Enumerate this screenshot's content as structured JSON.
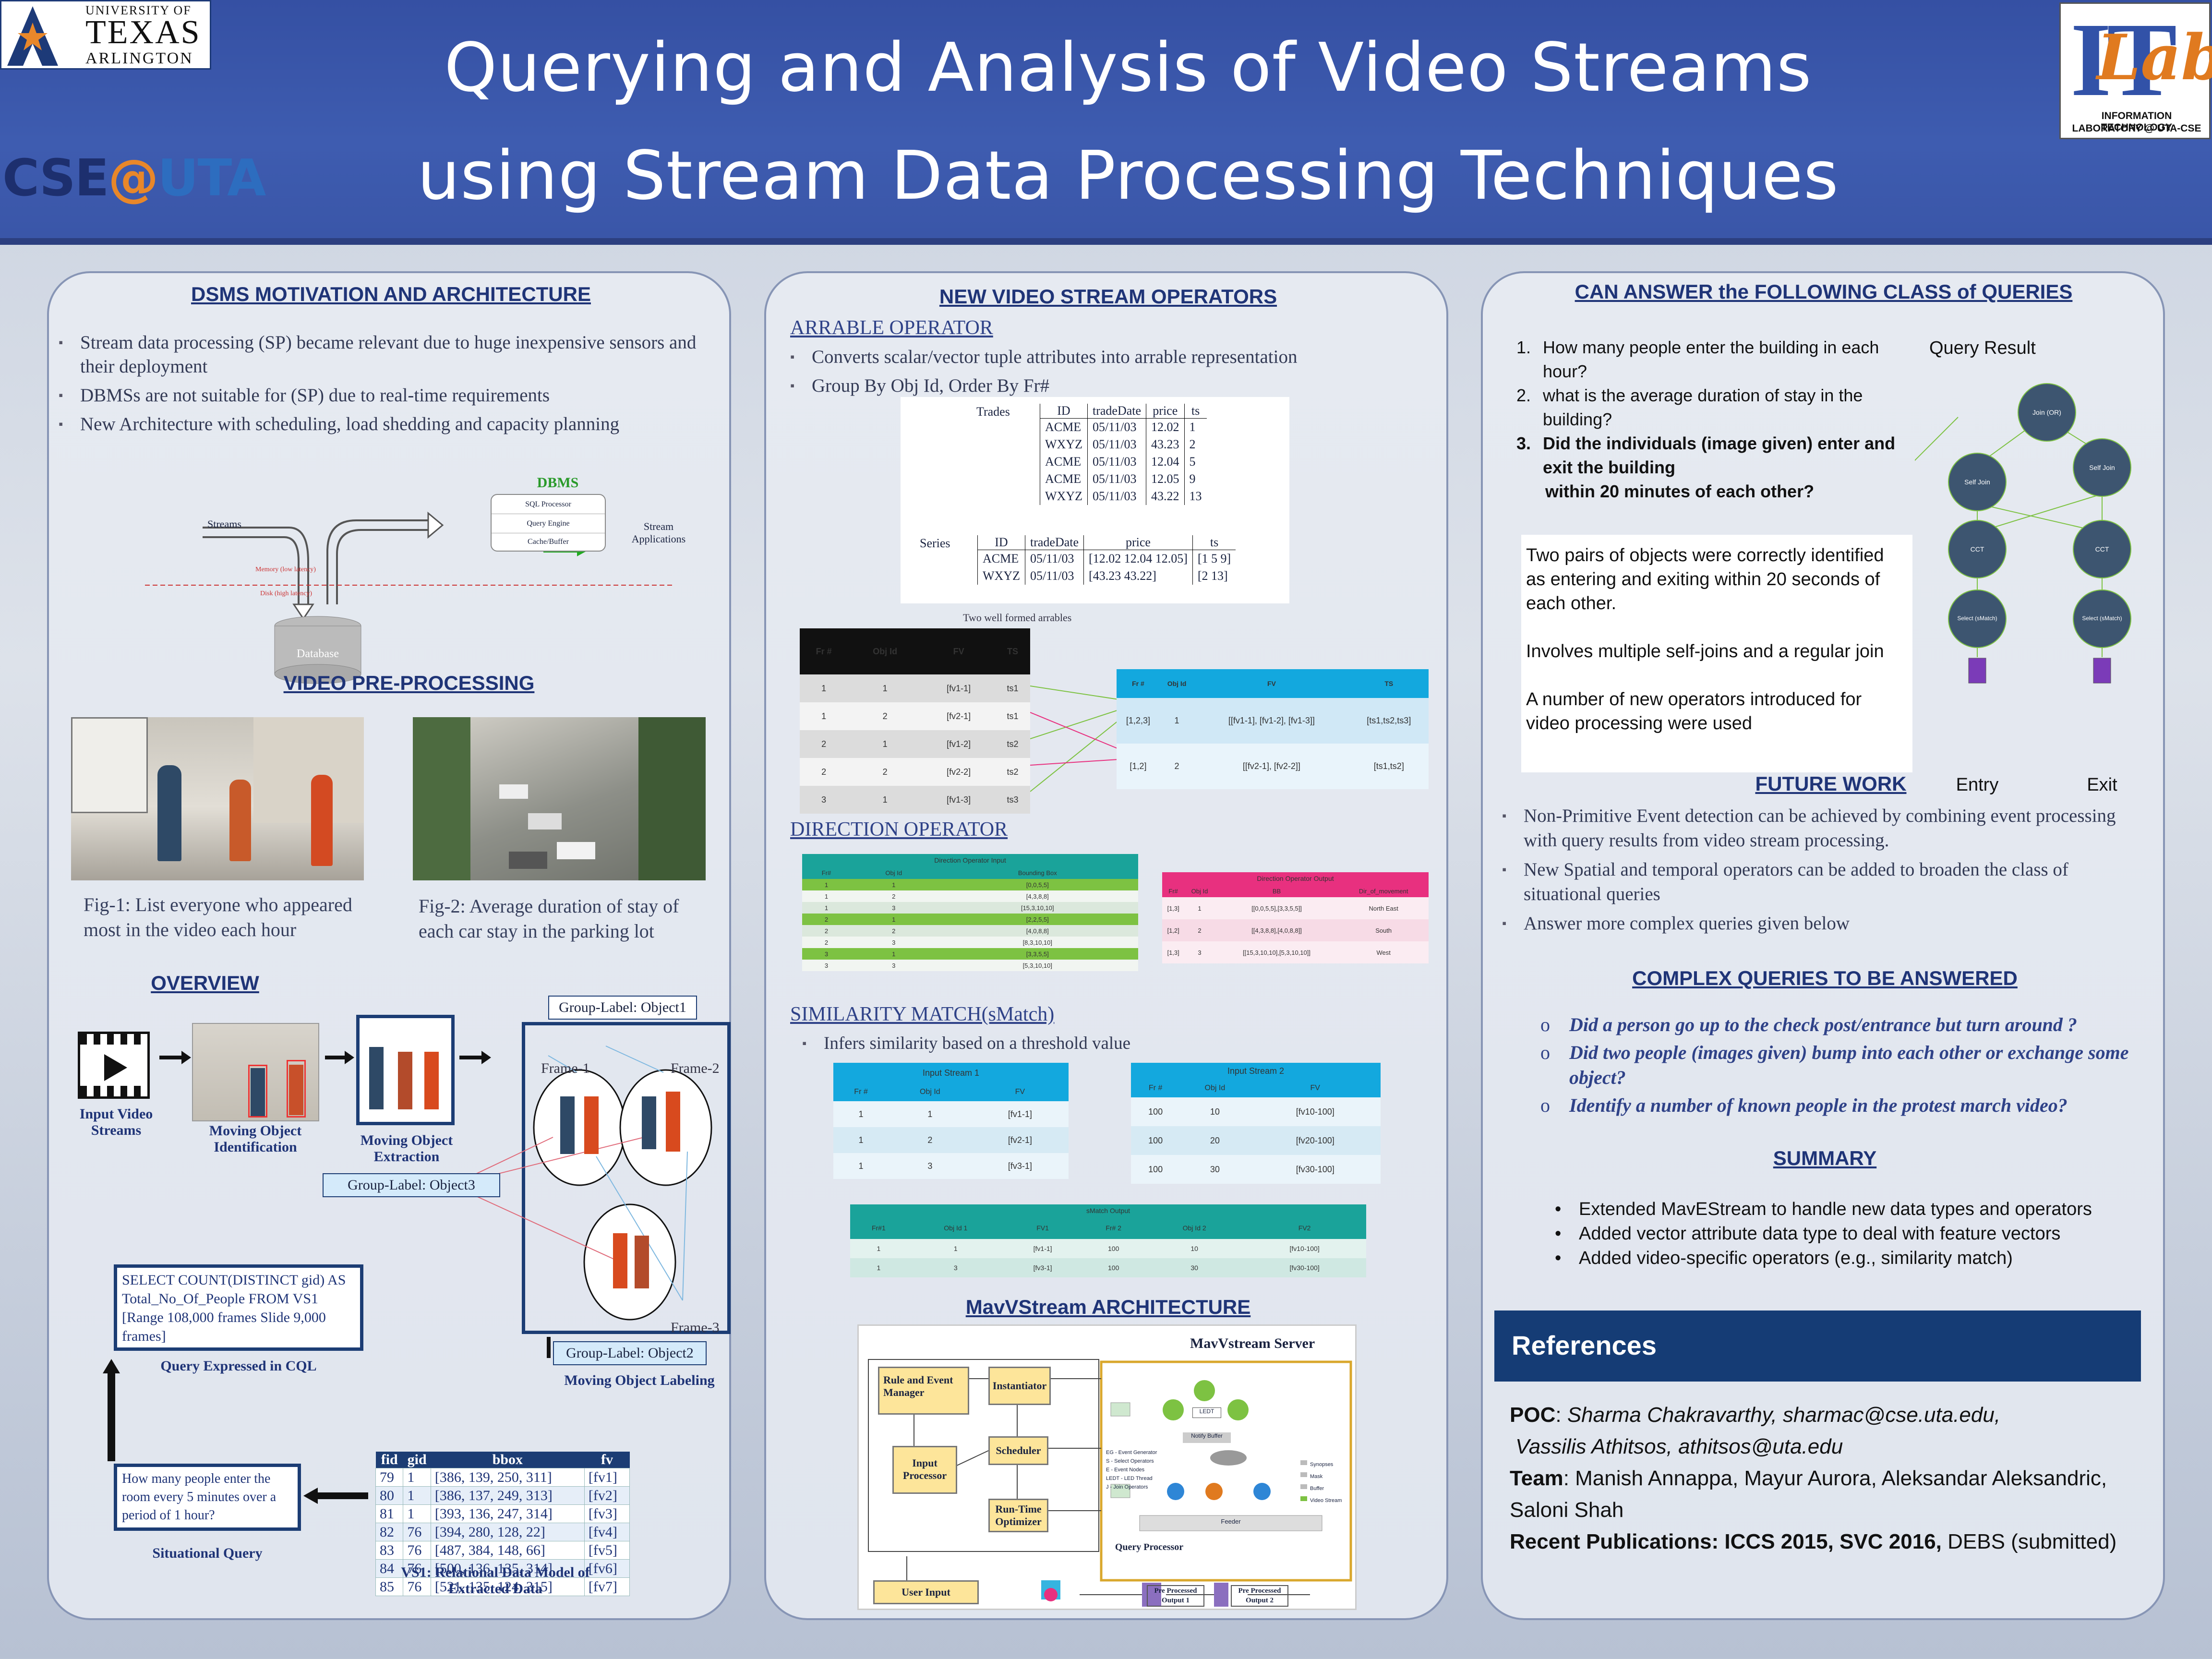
{
  "header": {
    "title_line1": "Querying and Analysis of Video Streams",
    "title_line2": "using Stream Data Processing Techniques",
    "uta_l1": "UNIVERSITY OF",
    "uta_l2": "TEXAS",
    "uta_l3": "ARLINGTON",
    "cse": "CSE",
    "cse_at": "@",
    "cse_uta": "UTA",
    "itlab_it": "IT",
    "itlab_lab": "Lab",
    "itlab_t1": "INFORMATION TECHNOLOGY",
    "itlab_t2": "LABORATORY @ UTA-CSE"
  },
  "p1": {
    "sec1": "DSMS MOTIVATION AND ARCHITECTURE",
    "bullets": [
      "Stream  data processing (SP) became relevant due to huge inexpensive sensors and their deployment",
      "DBMSs are not suitable for  (SP) due to real-time requirements",
      "New Architecture with scheduling, load shedding and capacity planning"
    ],
    "dbms": {
      "title": "DBMS",
      "streams": "Streams",
      "sql": "SQL Processor",
      "query": "Query Engine",
      "cache": "Cache/Buffer",
      "apps": "Stream Applications",
      "memory": "Memory (low latency)",
      "disk": "Disk (high latency)",
      "database": "Database"
    },
    "sec2": "VIDEO PRE-PROCESSING",
    "fig1": "Fig-1: List everyone who appeared most in the video each hour",
    "fig2": "Fig-2: Average duration of stay of each car stay in the parking lot",
    "sec3": "OVERVIEW",
    "ov": {
      "input": "Input Video Streams",
      "ident": "Moving Object Identification",
      "extract": "Moving Object Extraction",
      "g1": "Group-Label:  Object1",
      "g3": "Group-Label:  Object3",
      "g2": "Group-Label:  Object2",
      "f1": "Frame-1",
      "f2": "Frame-2",
      "f3": "Frame-3",
      "labeling": "Moving Object Labeling",
      "cql": "SELECT COUNT(DISTINCT gid) AS Total_No_Of_People FROM VS1 [Range 108,000 frames Slide 9,000 frames]",
      "cql_cap": "Query Expressed in CQL",
      "sit": "How many people enter the room every 5 minutes over a period of 1 hour?",
      "sit_cap": "Situational Query",
      "vs_cap": "VS1: Relational Data Model of Extracted Data"
    },
    "vs_head": [
      "fid",
      "gid",
      "bbox",
      "fv"
    ],
    "vs_rows": [
      [
        "79",
        "1",
        "[386, 139, 250, 311]",
        "[fv1]"
      ],
      [
        "80",
        "1",
        "[386, 137, 249, 313]",
        "[fv2]"
      ],
      [
        "81",
        "1",
        "[393, 136, 247, 314]",
        "[fv3]"
      ],
      [
        "82",
        "76",
        "[394, 280, 128, 22]",
        "[fv4]"
      ],
      [
        "83",
        "76",
        "[487, 384, 148, 66]",
        "[fv5]"
      ],
      [
        "84",
        "76",
        "[500, 136, 135, 314]",
        "[fv6]"
      ],
      [
        "85",
        "76",
        "[521, 135, 124, 315]",
        "[fv7]"
      ]
    ]
  },
  "p2": {
    "sec1": "NEW VIDEO STREAM OPERATORS",
    "arr": "ARRABLE OPERATOR",
    "arr_b": [
      "Converts scalar/vector tuple attributes into arrable representation",
      "Group By Obj Id, Order By Fr#"
    ],
    "trades_label": "Trades",
    "trades_head": [
      "ID",
      "tradeDate",
      "price",
      "ts"
    ],
    "trades_rows": [
      [
        "ACME",
        "05/11/03",
        "12.02",
        "1"
      ],
      [
        "WXYZ",
        "05/11/03",
        "43.23",
        "2"
      ],
      [
        "ACME",
        "05/11/03",
        "12.04",
        "5"
      ],
      [
        "ACME",
        "05/11/03",
        "12.05",
        "9"
      ],
      [
        "WXYZ",
        "05/11/03",
        "43.22",
        "13"
      ]
    ],
    "series_label": "Series",
    "series_head": [
      "ID",
      "tradeDate",
      "price",
      "ts"
    ],
    "series_rows": [
      [
        "ACME",
        "05/11/03",
        "[12.02 12.04 12.05]",
        "[1 5 9]"
      ],
      [
        "WXYZ",
        "05/11/03",
        "[43.23 43.22]",
        "[2 13]"
      ]
    ],
    "arr_cap": "Two well formed arrables",
    "in_head": [
      "Fr #",
      "Obj Id",
      "FV",
      "TS"
    ],
    "in_rows": [
      [
        "1",
        "1",
        "[fv1-1]",
        "ts1"
      ],
      [
        "1",
        "2",
        "[fv2-1]",
        "ts1"
      ],
      [
        "2",
        "1",
        "[fv1-2]",
        "ts2"
      ],
      [
        "2",
        "2",
        "[fv2-2]",
        "ts2"
      ],
      [
        "3",
        "1",
        "[fv1-3]",
        "ts3"
      ]
    ],
    "out_head": [
      "Fr #",
      "Obj Id",
      "FV",
      "TS"
    ],
    "out_rows": [
      [
        "[1,2,3]",
        "1",
        "[[fv1-1], [fv1-2], [fv1-3]]",
        "[ts1,ts2,ts3]"
      ],
      [
        "[1,2]",
        "2",
        "[[fv2-1], [fv2-2]]",
        "[ts1,ts2]"
      ]
    ],
    "dir": "DIRECTION OPERATOR",
    "dir_in_title": "Direction Operator Input",
    "dir_in_head": [
      "Fr#",
      "Obj Id",
      "Bounding Box"
    ],
    "dir_in_rows": [
      [
        "1",
        "1",
        "[0,0,5,5]"
      ],
      [
        "1",
        "2",
        "[4,3,8,8]"
      ],
      [
        "1",
        "3",
        "[15,3,10,10]"
      ],
      [
        "2",
        "1",
        "[2,2,5,5]"
      ],
      [
        "2",
        "2",
        "[4,0,8,8]"
      ],
      [
        "2",
        "3",
        "[8,3,10,10]"
      ],
      [
        "3",
        "1",
        "[3,3,5,5]"
      ],
      [
        "3",
        "3",
        "[5,3,10,10]"
      ]
    ],
    "dir_out_title": "Direction Operator Output",
    "dir_out_head": [
      "Fr#",
      "Obj Id",
      "BB",
      "Dir_of_movement"
    ],
    "dir_out_rows": [
      [
        "[1,3]",
        "1",
        "[[0,0,5,5],[3,3,5,5]]",
        "North East"
      ],
      [
        "[1,2]",
        "2",
        "[[4,3,8,8],[4,0,8,8]]",
        "South"
      ],
      [
        "[1,3]",
        "3",
        "[[15,3,10,10],[5,3,10,10]]",
        "West"
      ]
    ],
    "sim": "SIMILARITY MATCH(sMatch)",
    "sim_b": "Infers similarity based on a threshold value",
    "s1_title": "Input Stream 1",
    "s1_head": [
      "Fr #",
      "Obj Id",
      "FV"
    ],
    "s1_rows": [
      [
        "1",
        "1",
        "[fv1-1]"
      ],
      [
        "1",
        "2",
        "[fv2-1]"
      ],
      [
        "1",
        "3",
        "[fv3-1]"
      ]
    ],
    "s2_title": "Input Stream 2",
    "s2_head": [
      "Fr #",
      "Obj Id",
      "FV"
    ],
    "s2_rows": [
      [
        "100",
        "10",
        "[fv10-100]"
      ],
      [
        "100",
        "20",
        "[fv20-100]"
      ],
      [
        "100",
        "30",
        "[fv30-100]"
      ]
    ],
    "so_title": "sMatch Output",
    "so_head": [
      "Fr#1",
      "Obj Id 1",
      "FV1",
      "Fr# 2",
      "Obj Id 2",
      "FV2"
    ],
    "so_rows": [
      [
        "1",
        "1",
        "[fv1-1]",
        "100",
        "10",
        "[fv10-100]"
      ],
      [
        "1",
        "3",
        "[fv3-1]",
        "100",
        "30",
        "[fv30-100]"
      ]
    ],
    "arch": "MavVStream ARCHITECTURE",
    "a": {
      "server": "MavVstream Server",
      "rem": "Rule and Event Manager",
      "inst": "Instantiator",
      "ip": "Input Processor",
      "sched": "Scheduler",
      "rto": "Run-Time Optimizer",
      "qp": "Query Processor",
      "ui": "User Input",
      "o1": "Pre Processed Output 1",
      "o2": "Pre Processed Output 2",
      "leg1": "EG - Event Generator",
      "leg2": "S - Select Operators",
      "leg3": "E - Event Nodes",
      "leg4": "LEDT - LED Thread",
      "leg5": "J - Join Operators",
      "syn": "Synopses",
      "mask": "Mask",
      "buf": "Buffer",
      "vs": "Video Stream",
      "notify": "Notify Buffer",
      "ledt": "LEDT",
      "feeder": "Feeder"
    }
  },
  "p3": {
    "sec1": "CAN ANSWER the FOLLOWING CLASS of QUERIES",
    "q1": "How many people enter the building in each hour?",
    "q2": "what is the average duration of stay in the building?",
    "q3a": "Did the individuals (image given) enter and exit the building",
    "q3b": "within 20 minutes of each other?",
    "qr": "Query Result",
    "note1": "Two pairs of objects were correctly identified as entering and exiting within 20 seconds of each other.",
    "note2": "Involves multiple self-joins and a regular join",
    "note3": "A number of new operators introduced for video processing were used",
    "tree": {
      "join": "Join (OR)",
      "sj1": "Self Join",
      "sj2": "Self Join",
      "cct1": "CCT",
      "cct2": "CCT",
      "sel1": "Select (sMatch)",
      "sel2": "Select (sMatch)",
      "entry": "Entry",
      "exit": "Exit"
    },
    "sec2": "FUTURE WORK",
    "fw": [
      "Non-Primitive Event detection can be achieved by combining event processing with query results from video stream processing.",
      "New Spatial and temporal operators can be added to broaden the class of situational queries",
      "Answer more complex queries given below"
    ],
    "sec3": "COMPLEX QUERIES TO BE ANSWERED",
    "cq": [
      "Did a person go up to the check post/entrance but turn around ?",
      "Did two people (images given) bump into each other or exchange some object?",
      "Identify a number of known people in the protest march video?"
    ],
    "sec4": "SUMMARY",
    "sum": [
      "Extended MavEStream to handle new data types and operators",
      "Added vector attribute data type to deal with feature vectors",
      "Added video-specific operators (e.g., similarity match)"
    ],
    "refs": "References",
    "poc_l": "POC",
    "poc": "Sharma Chakravarthy, sharmac@cse.uta.edu,",
    "poc2": "Vassilis Athitsos, athitsos@uta.edu",
    "team_l": "Team",
    "team": "Manish Annappa, Mayur Aurora,  Aleksandar Aleksandric, Saloni Shah",
    "pub_l": "Recent Publications: ICCS 2015, SVC 2016,",
    "pub": "DEBS (submitted)"
  },
  "colors": {
    "header": "#3b58aa",
    "panel_border": "#8795b5",
    "teal": "#1aa39a",
    "cyan": "#13a8de",
    "pink": "#e8307f",
    "green": "#7dc242",
    "navy": "#153c75"
  }
}
